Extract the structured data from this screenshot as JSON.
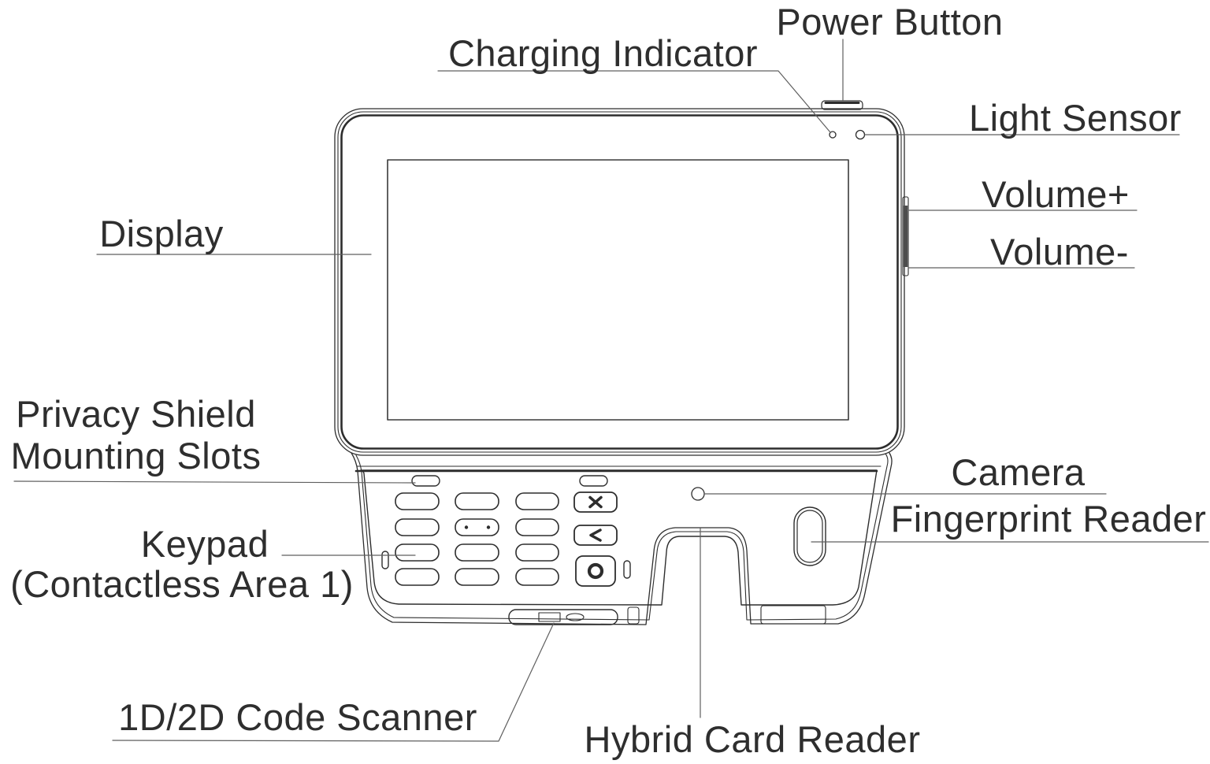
{
  "figure": {
    "type": "device-front-view-diagram",
    "subject": "payment terminal front panel callout diagram"
  },
  "labels": {
    "power_button": "Power Button",
    "charging_indicator": "Charging Indicator",
    "light_sensor": "Light Sensor",
    "volume_plus": "Volume+",
    "volume_minus": "Volume-",
    "display": "Display",
    "privacy_shield_line1": "Privacy Shield",
    "privacy_shield_line2": "Mounting Slots",
    "keypad": "Keypad",
    "keypad_note": "(Contactless Area 1)",
    "camera": "Camera",
    "fingerprint_reader": "Fingerprint Reader",
    "code_scanner": "1D/2D Code Scanner",
    "hybrid_card_reader": "Hybrid Card Reader"
  },
  "keypad": {
    "numeric_keys": 12,
    "five_key_marker": "two-dots",
    "function_key_icons": [
      "cancel-x-icon",
      "back-arrow-icon",
      "enter-circle-icon"
    ]
  },
  "colors": {
    "background": "#ffffff",
    "line": "#2d2d2d",
    "leader_line": "#5f5f5f",
    "text": "#2e2e2e",
    "volume_button_fill": "#4d4d4d"
  }
}
